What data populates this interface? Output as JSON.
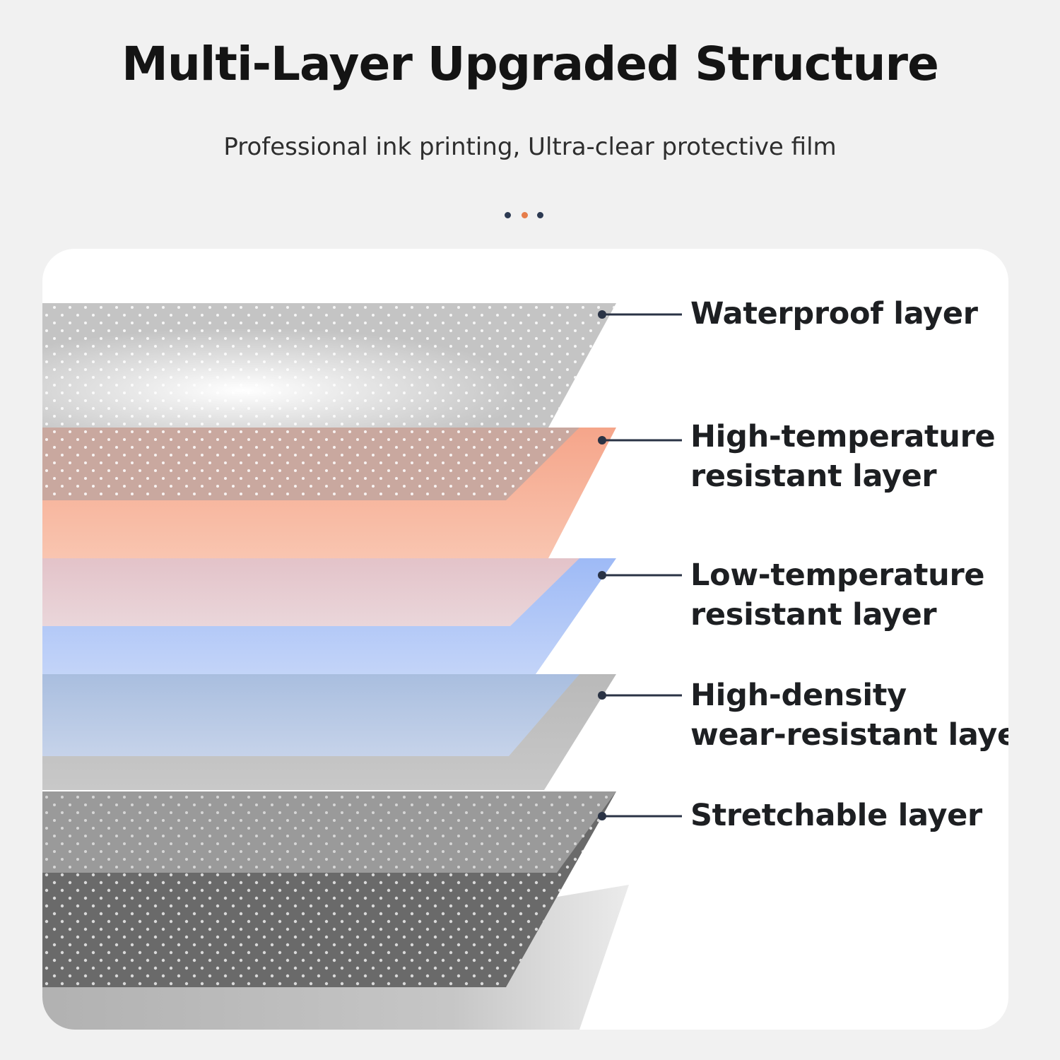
{
  "title": "Multi-Layer Upgraded Structure",
  "subtitle": "Professional ink printing, Ultra-clear protective film",
  "dots": {
    "colors": [
      "#2d3a52",
      "#e67d4a",
      "#2d3a52"
    ]
  },
  "layers": [
    {
      "line1": "Waterproof layer",
      "line2": "",
      "color": "#c8c8c8"
    },
    {
      "line1": "High-temperature",
      "line2": "resistant layer",
      "color": "#f08c6a"
    },
    {
      "line1": "Low-temperature",
      "line2": "resistant layer",
      "color": "#8aaef2"
    },
    {
      "line1": "High-density",
      "line2": "wear-resistant layer",
      "color": "#b4b4b4"
    },
    {
      "line1": "Stretchable layer",
      "line2": "",
      "color": "#6e6e6e"
    }
  ],
  "connector_color": "#2a3345"
}
